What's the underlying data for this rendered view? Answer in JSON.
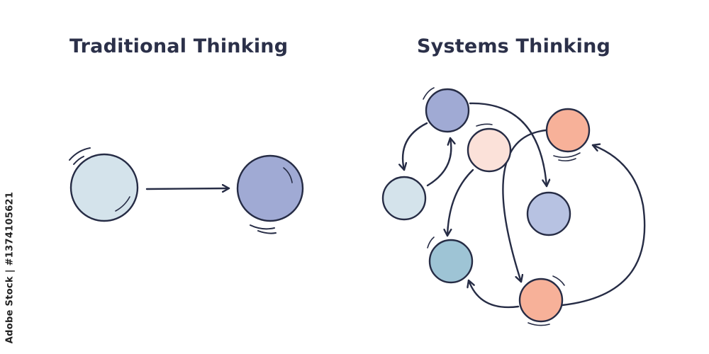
{
  "headings": {
    "traditional": "Traditional Thinking",
    "systems": "Systems Thinking"
  },
  "stock_id": "Adobe Stock | #1374105621",
  "colors": {
    "text": "#2b3049",
    "stroke": "#262c45",
    "pale_blue": "#d4e3eb",
    "lavender_dark": "#a0aad4",
    "lavender_light": "#b7c2e2",
    "peach_pale": "#fbe1d9",
    "peach": "#f7b199",
    "teal": "#9ec4d5"
  }
}
